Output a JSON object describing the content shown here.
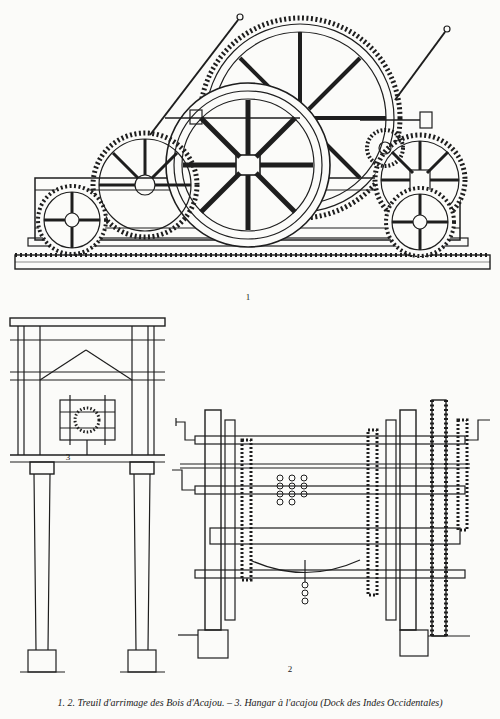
{
  "diagram": {
    "caption": "1. 2. Treuil d'arrimage des Bois d'Acajou. – 3. Hangar à l'acajou (Dock des Indes Occidentales)",
    "labels": [
      "1",
      "3",
      "2"
    ]
  }
}
